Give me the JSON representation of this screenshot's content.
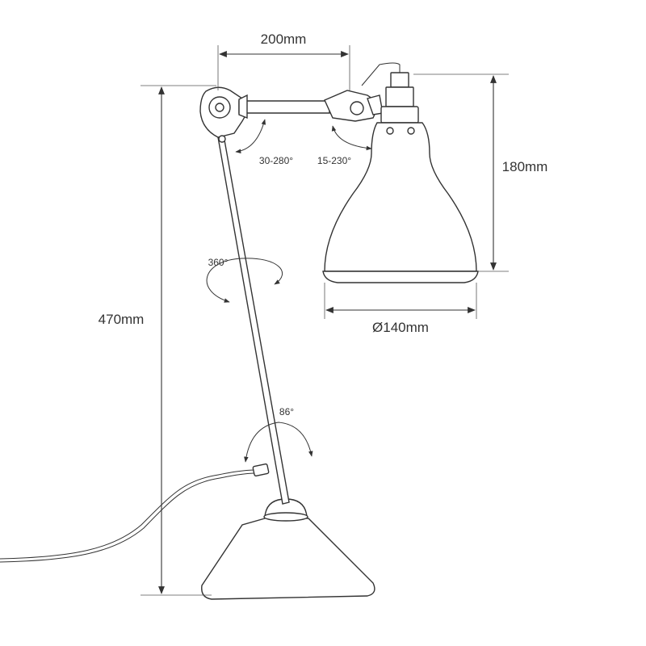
{
  "dimensions": {
    "arm_length": "200mm",
    "shade_height": "180mm",
    "shade_diameter": "Ø140mm",
    "total_height": "470mm"
  },
  "angles": {
    "shoulder_joint": "30-280°",
    "shade_joint": "15-230°",
    "rotation": "360°",
    "base_joint": "86°"
  },
  "colors": {
    "line": "#333333",
    "background": "#ffffff"
  }
}
